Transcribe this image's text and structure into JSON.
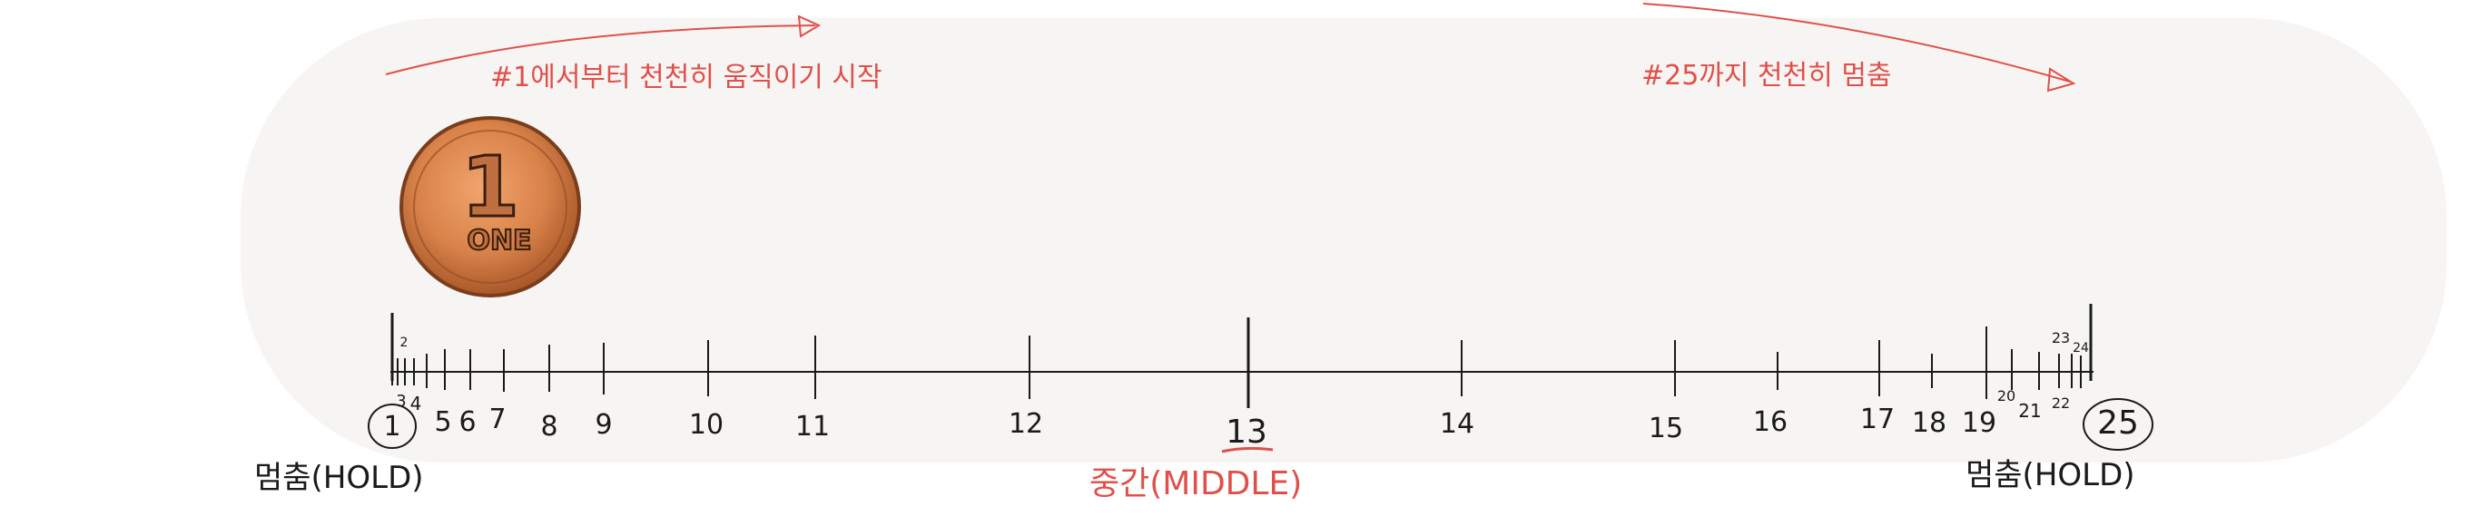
{
  "annotations": {
    "start_note": "#1에서부터 천천히 움직이기 시작",
    "end_note": "#25까지 천천히 멈춤",
    "left_label": "멈춤(HOLD)",
    "middle_label": "중간(MIDDLE)",
    "right_label": "멈춤(HOLD)"
  },
  "coin": {
    "icon": "one-coin-icon",
    "face_numeral": "1",
    "face_word": "ONE",
    "color": "#d9824a"
  },
  "timeline": {
    "frames": [
      "1",
      "2",
      "3",
      "4",
      "5",
      "6",
      "7",
      "8",
      "9",
      "10",
      "11",
      "12",
      "13",
      "14",
      "15",
      "16",
      "17",
      "18",
      "19",
      "20",
      "21",
      "22",
      "23",
      "24",
      "25"
    ],
    "circled_frames": [
      "1",
      "25"
    ],
    "middle_frame": "13"
  },
  "colors": {
    "ink": "#1a1a1a",
    "annotation_red": "#e0504a",
    "background_wash": "#f7f5f3"
  }
}
